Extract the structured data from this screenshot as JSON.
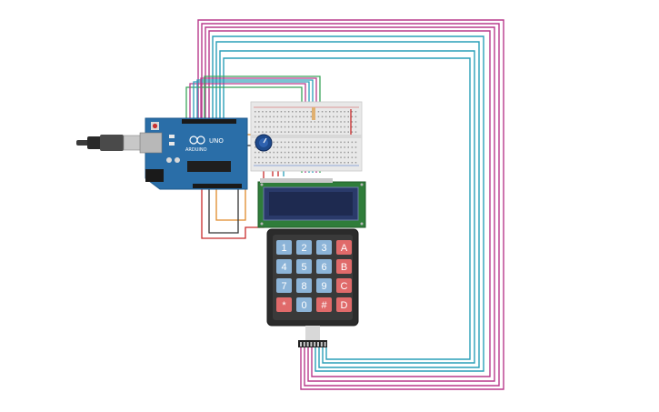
{
  "arduino": {
    "board_label": "UNO",
    "logo_icon": "infinity-logo-icon",
    "brand_text": "ARDUINO"
  },
  "keypad": {
    "rows": [
      [
        "1",
        "2",
        "3",
        "A"
      ],
      [
        "4",
        "5",
        "6",
        "B"
      ],
      [
        "7",
        "8",
        "9",
        "C"
      ],
      [
        "*",
        "0",
        "#",
        "D"
      ]
    ]
  },
  "colors": {
    "board": "#2a6ea8",
    "keypad_body": "#2b2b2b",
    "key_blue": "#8cb4d8",
    "key_red": "#e06a6a",
    "wire_magenta": "#b83a8c",
    "wire_teal": "#2a9fb8",
    "wire_green": "#3aa45a",
    "wire_orange": "#e08a2a",
    "wire_red": "#c82a2a",
    "wire_black": "#333333",
    "lcd_screen": "#1e2a50",
    "lcd_frame": "#2f7d3a",
    "breadboard": "#e8e8e8"
  }
}
